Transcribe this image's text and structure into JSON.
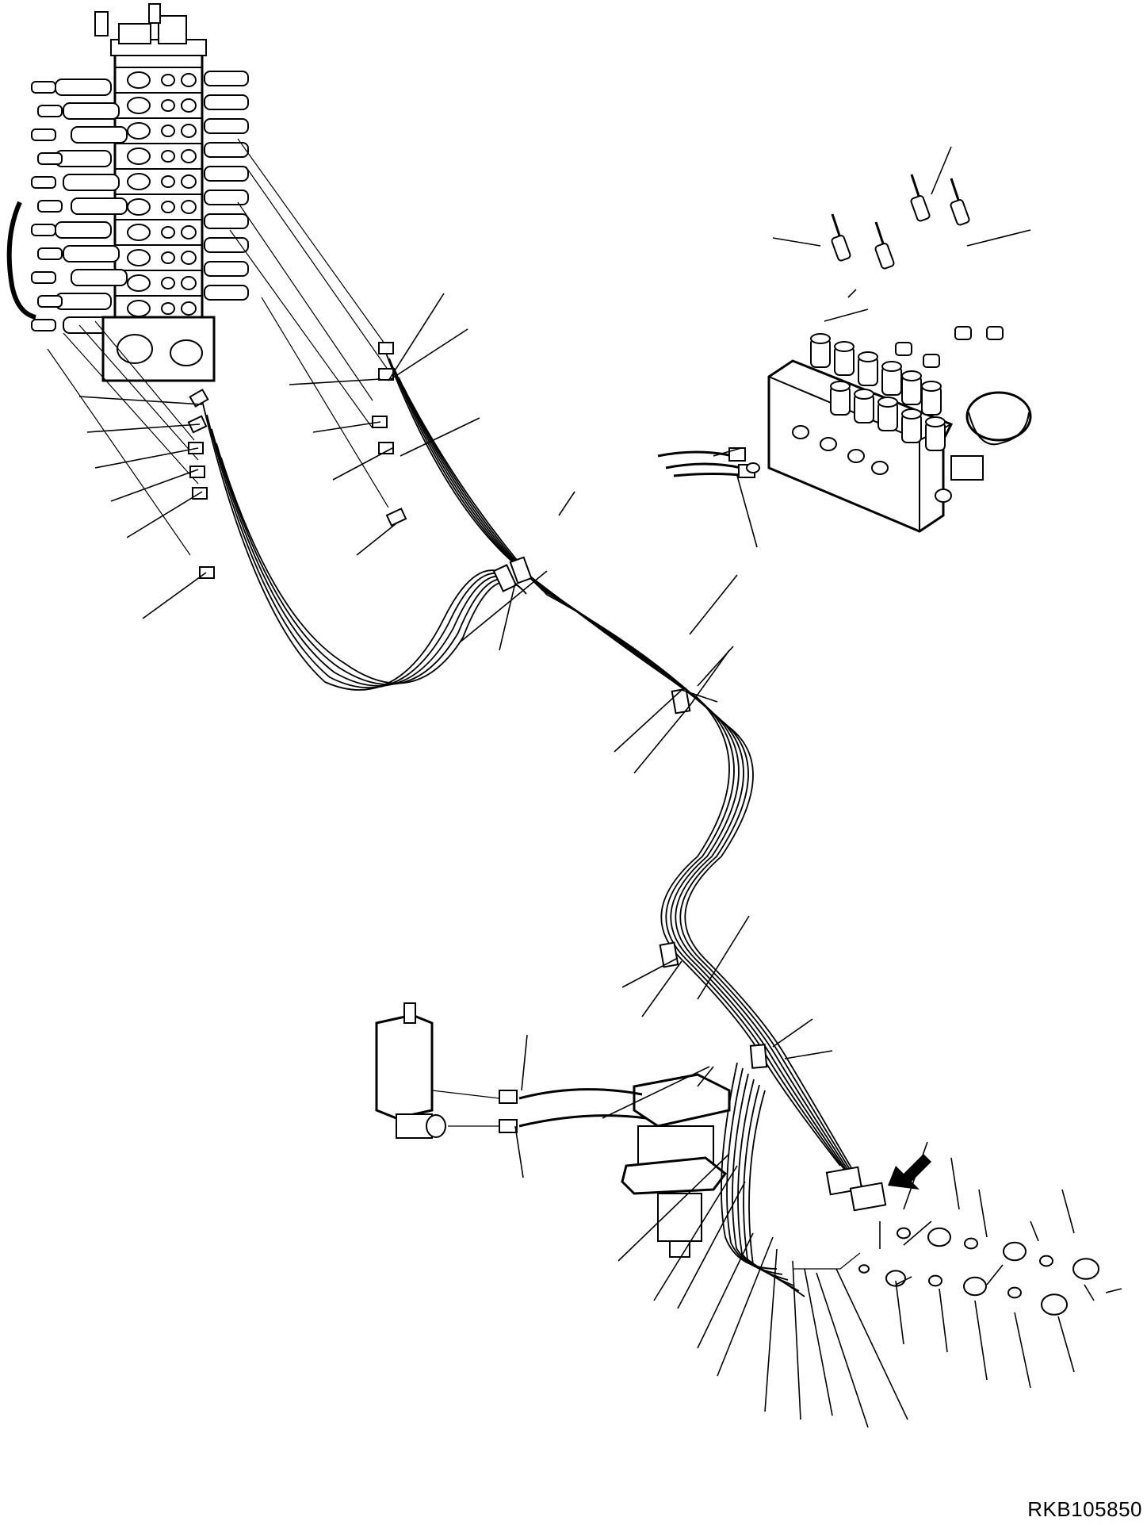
{
  "figure": {
    "code": "RKB105850"
  },
  "leaders": [
    [
      560,
      370,
      490,
      480
    ],
    [
      590,
      415,
      490,
      480
    ],
    [
      100,
      500,
      255,
      510
    ],
    [
      110,
      545,
      252,
      535
    ],
    [
      120,
      590,
      250,
      565
    ],
    [
      140,
      632,
      250,
      592
    ],
    [
      160,
      678,
      255,
      620
    ],
    [
      180,
      780,
      260,
      722
    ],
    [
      365,
      485,
      480,
      478
    ],
    [
      395,
      545,
      480,
      532
    ],
    [
      420,
      605,
      495,
      565
    ],
    [
      605,
      527,
      505,
      575
    ],
    [
      450,
      700,
      500,
      660
    ],
    [
      580,
      810,
      690,
      720
    ],
    [
      630,
      820,
      650,
      735
    ],
    [
      925,
      815,
      880,
      865
    ],
    [
      905,
      885,
      860,
      870
    ],
    [
      1080,
      365,
      1070,
      375
    ],
    [
      705,
      650,
      725,
      620
    ],
    [
      930,
      725,
      870,
      800
    ],
    [
      1200,
      185,
      1175,
      245
    ],
    [
      1300,
      290,
      1220,
      310
    ],
    [
      975,
      300,
      1035,
      310
    ],
    [
      1095,
      390,
      1040,
      405
    ],
    [
      900,
      575,
      935,
      565
    ],
    [
      955,
      690,
      930,
      600
    ],
    [
      775,
      948,
      860,
      870
    ],
    [
      800,
      975,
      870,
      890
    ],
    [
      920,
      820,
      870,
      890
    ],
    [
      785,
      1245,
      855,
      1208
    ],
    [
      810,
      1282,
      860,
      1212
    ],
    [
      945,
      1155,
      880,
      1260
    ],
    [
      1025,
      1285,
      975,
      1320
    ],
    [
      1050,
      1325,
      990,
      1335
    ],
    [
      880,
      1370,
      900,
      1345
    ],
    [
      665,
      1305,
      658,
      1375
    ],
    [
      895,
      1345,
      760,
      1410
    ],
    [
      660,
      1485,
      650,
      1420
    ],
    [
      780,
      1590,
      920,
      1455
    ],
    [
      825,
      1640,
      930,
      1470
    ],
    [
      855,
      1650,
      940,
      1490
    ],
    [
      880,
      1700,
      950,
      1555
    ],
    [
      905,
      1735,
      975,
      1560
    ],
    [
      965,
      1780,
      980,
      1575
    ],
    [
      1010,
      1790,
      1000,
      1590
    ],
    [
      1050,
      1785,
      1015,
      1600
    ],
    [
      1095,
      1800,
      1030,
      1605
    ],
    [
      1145,
      1790,
      1055,
      1600
    ],
    [
      1170,
      1440,
      1140,
      1525
    ],
    [
      1200,
      1460,
      1210,
      1525
    ],
    [
      1235,
      1500,
      1245,
      1560
    ],
    [
      1175,
      1540,
      1140,
      1570
    ],
    [
      1110,
      1575,
      1110,
      1540
    ],
    [
      1150,
      1610,
      1130,
      1620
    ],
    [
      1265,
      1595,
      1245,
      1620
    ],
    [
      1310,
      1565,
      1300,
      1540
    ],
    [
      1355,
      1555,
      1340,
      1500
    ],
    [
      1380,
      1640,
      1368,
      1620
    ],
    [
      1140,
      1695,
      1130,
      1615
    ],
    [
      1195,
      1705,
      1185,
      1625
    ],
    [
      1245,
      1740,
      1230,
      1640
    ],
    [
      1300,
      1750,
      1280,
      1655
    ],
    [
      1355,
      1730,
      1335,
      1660
    ],
    [
      1415,
      1625,
      1395,
      1630
    ]
  ]
}
